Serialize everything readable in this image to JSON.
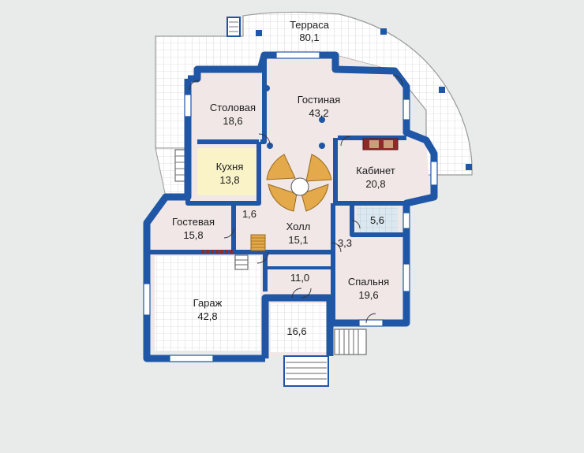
{
  "colors": {
    "background": "#e8ebe9",
    "wall": "#1f56a6",
    "floor": "#f1e7e7",
    "kitchen_floor": "#fbf3c8",
    "bath_floor": "#dbe8f0",
    "tile_line": "#bcbcbc",
    "stair": "#d9a23a",
    "fireplace": "#9c2f2f"
  },
  "rooms": {
    "terrace": {
      "name": "Терраса",
      "area": "80,1"
    },
    "dining": {
      "name": "Столовая",
      "area": "18,6"
    },
    "living": {
      "name": "Гостиная",
      "area": "43,2"
    },
    "kitchen": {
      "name": "Кухня",
      "area": "13,8"
    },
    "study": {
      "name": "Кабинет",
      "area": "20,8"
    },
    "guest": {
      "name": "Гостевая",
      "area": "15,8"
    },
    "wc": {
      "area": "1,6"
    },
    "hall": {
      "name": "Холл",
      "area": "15,1"
    },
    "bath": {
      "area": "5,6"
    },
    "corridor": {
      "area": "3,3"
    },
    "garage": {
      "name": "Гараж",
      "area": "42,8"
    },
    "vestibule": {
      "area": "11,0"
    },
    "bedroom": {
      "name": "Спальня",
      "area": "19,6"
    },
    "porch": {
      "area": "16,6"
    }
  }
}
